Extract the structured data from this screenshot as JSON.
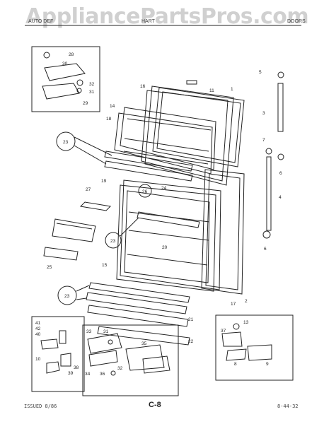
{
  "watermark": "AppliancePartsPros.com",
  "header": {
    "left": "AUTO DEF",
    "middle": "HART",
    "right": "DOORS"
  },
  "footer": {
    "issued": "ISSUED 8/86",
    "page": "C-8",
    "code": "8-44-32"
  },
  "callouts": {
    "c1": "1",
    "c2": "2",
    "c3": "3",
    "c4": "4",
    "c5": "5",
    "c6a": "6",
    "c6b": "6",
    "c7": "7",
    "c8": "8",
    "c9": "9",
    "c10": "10",
    "c11": "11",
    "c13": "13",
    "c14": "14",
    "c15": "15",
    "c16": "16",
    "c17": "17",
    "c18": "18",
    "c19": "19",
    "c20": "20",
    "c21": "21",
    "c22": "22",
    "c23a": "23",
    "c23b": "23",
    "c23c": "23",
    "c24": "24",
    "c25": "25",
    "c26": "26",
    "c27": "27",
    "c28": "28",
    "c29": "29",
    "c30": "30",
    "c31a": "31",
    "c31b": "31",
    "c32a": "32",
    "c32b": "32",
    "c33": "33",
    "c34": "34",
    "c35": "35",
    "c36": "36",
    "c37": "37",
    "c38": "38",
    "c39": "39",
    "c40": "40",
    "c41": "41",
    "c42": "42"
  }
}
